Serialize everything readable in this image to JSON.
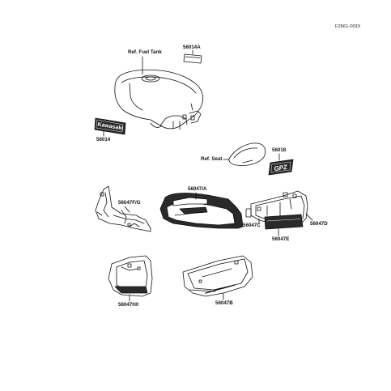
{
  "figure_code": "F2661-0015",
  "labels": {
    "ref_fuel_tank": "Ref. Fuel Tank",
    "ref_seat": "Ref. Seat",
    "p56014A": "56014A",
    "p56014": "56014",
    "p56018": "56018",
    "p56047FG": "56047F/G",
    "p56047A": "56047/A",
    "p56047C": "56047C",
    "p56047D": "56047D",
    "p56047E": "56047E",
    "p56047HI": "56047H/I",
    "p56047B": "56047B"
  },
  "decal_text": {
    "kawasaki": "Kawasaki",
    "gpz": "GPZ"
  },
  "colors": {
    "line": "#111111",
    "fill_dark": "#2a2a2a",
    "fill_light": "#ffffff"
  }
}
